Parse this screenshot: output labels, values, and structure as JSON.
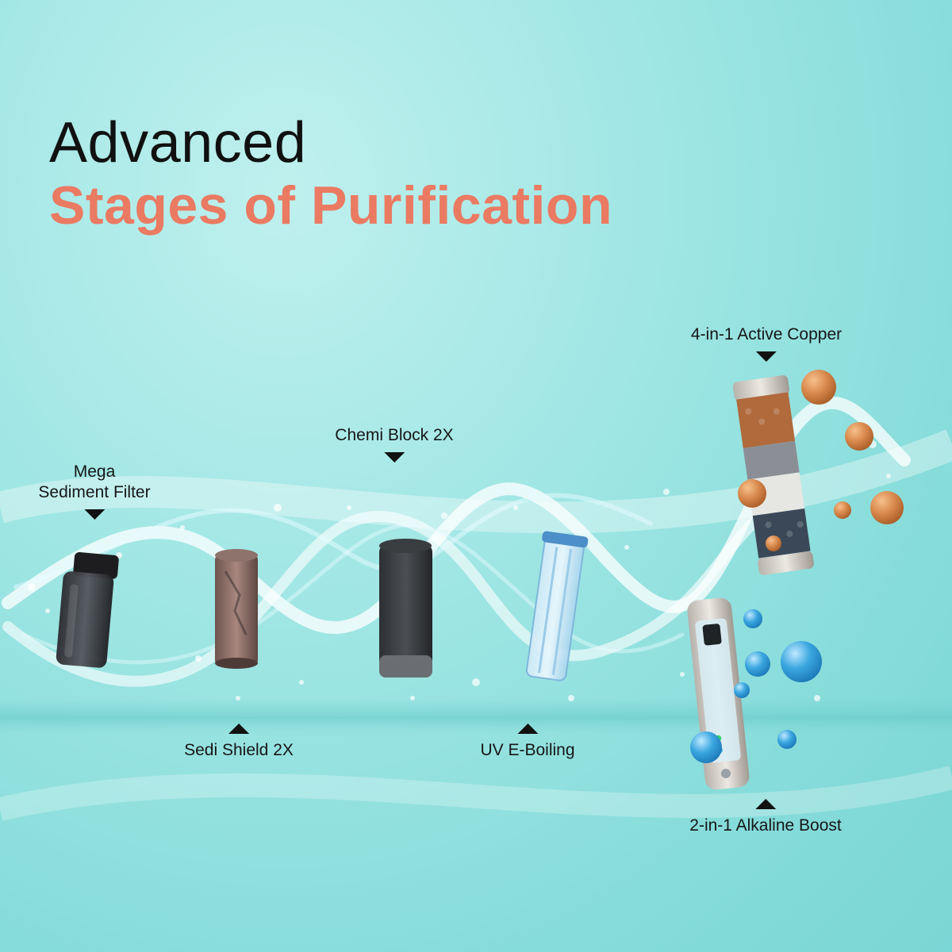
{
  "heading": {
    "line1": "Advanced",
    "line2": "Stages of Purification"
  },
  "stages": {
    "mega_sediment": {
      "line1": "Mega",
      "line2": "Sediment Filter"
    },
    "sedi_shield": {
      "label": "Sedi Shield 2X"
    },
    "chemi_block": {
      "label": "Chemi Block 2X"
    },
    "uv_boiling": {
      "label": "UV E-Boiling"
    },
    "active_copper": {
      "label": "4-in-1 Active Copper"
    },
    "alkaline_boost": {
      "label": "2-in-1 Alkaline Boost"
    }
  },
  "colors": {
    "background": "#9fe6e4",
    "heading_dark": "#111111",
    "heading_accent": "#ea7a62",
    "copper_ball": "#d98a4e",
    "alkaline_ball": "#3aa6e0"
  }
}
